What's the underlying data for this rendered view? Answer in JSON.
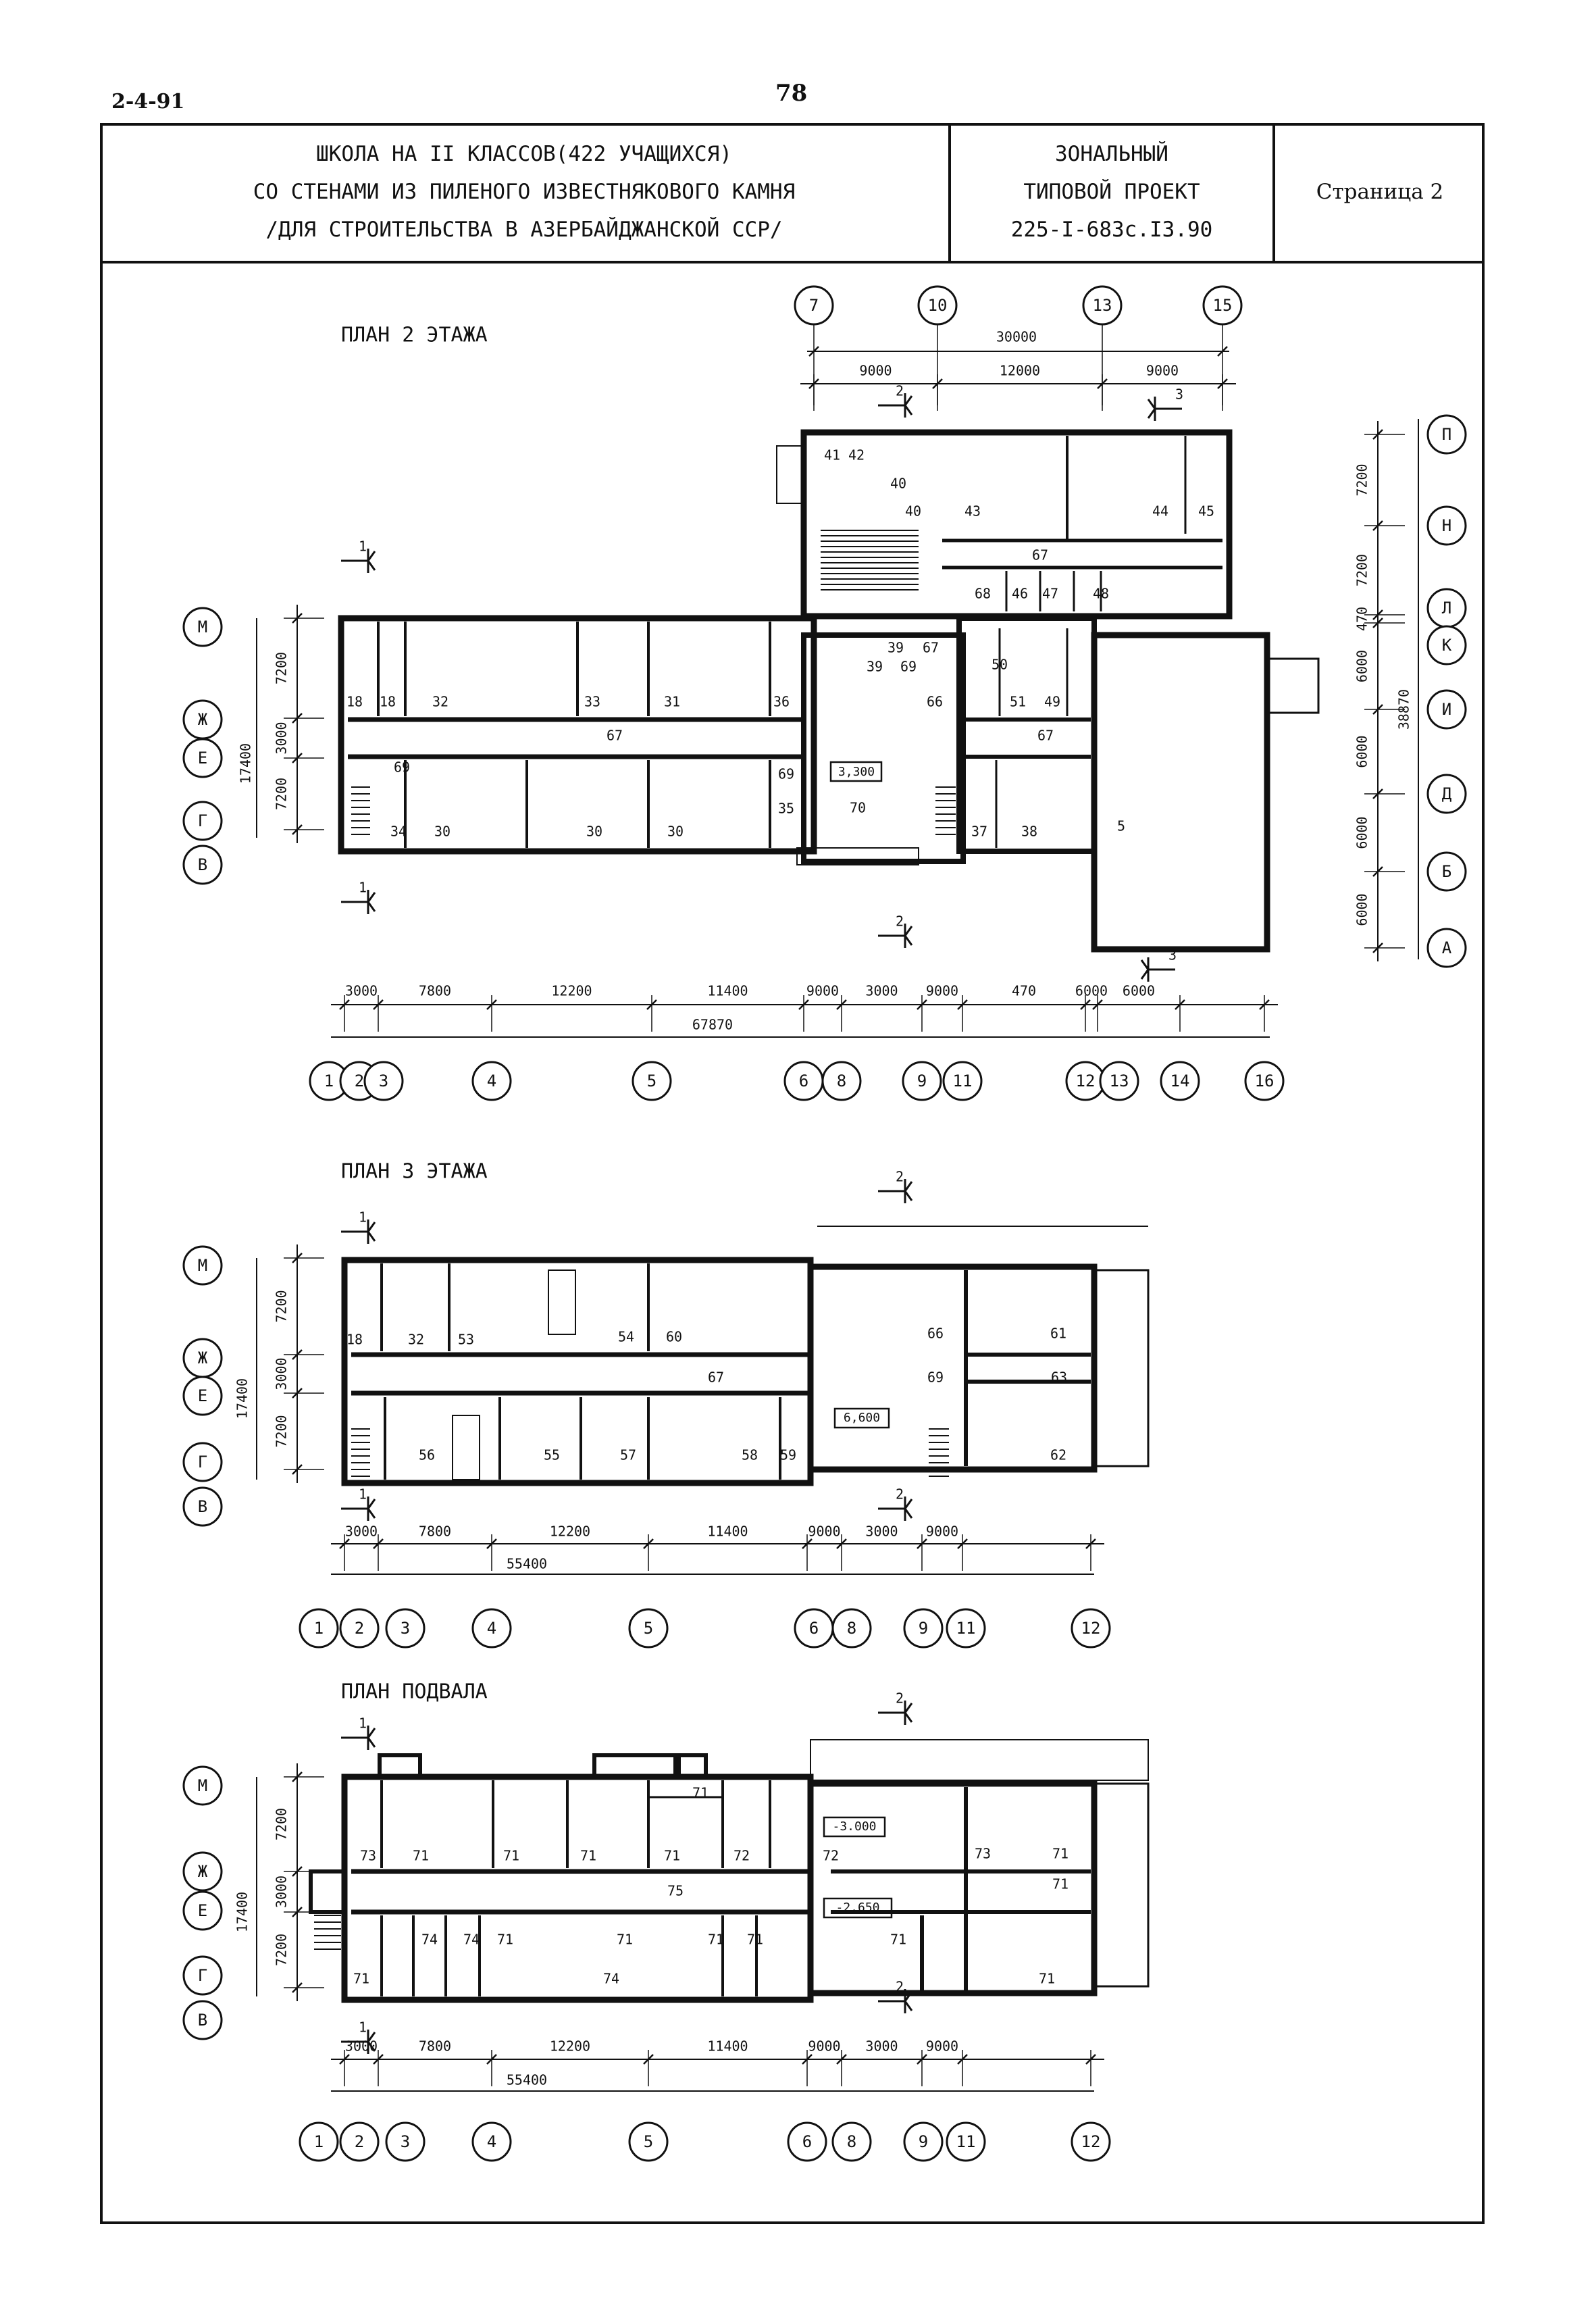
{
  "header": {
    "code": "2-4-91",
    "page_number": "78",
    "title_line1": "ШКОЛА НА II КЛАССОВ(422 УЧАЩИХСЯ)",
    "title_line2": "СО СТЕНАМИ ИЗ ПИЛЕНОГО ИЗВЕСТНЯКОВОГО КАМНЯ",
    "title_line3": "/ДЛЯ СТРОИТЕЛЬСТВА В АЗЕРБАЙДЖАНСКОЙ ССР/",
    "project_line1": "ЗОНАЛЬНЫЙ",
    "project_line2": "ТИПОВОЙ ПРОЕКТ",
    "project_line3": "225-I-683с.I3.90",
    "sheet": "Страница 2"
  },
  "plans": {
    "floor2": {
      "title": "ПЛАН 2 ЭТАЖА",
      "top_axes": [
        "7",
        "10",
        "13",
        "15"
      ],
      "top_dims": [
        "9000",
        "12000",
        "9000"
      ],
      "top_total": "30000",
      "right_axes": [
        "П",
        "Н",
        "Л",
        "К",
        "И",
        "Д",
        "Б",
        "А"
      ],
      "right_dims": [
        "7200",
        "7200",
        "470",
        "6000",
        "6000",
        "6000",
        "6000"
      ],
      "right_total": "38870",
      "left_axes": [
        "М",
        "Ж",
        "Е",
        "Г",
        "В"
      ],
      "left_dims": [
        "7200",
        "3000",
        "7200"
      ],
      "left_total": "17400",
      "bottom_axes": [
        "1",
        "2",
        "3",
        "4",
        "5",
        "6",
        "8",
        "9",
        "11",
        "12",
        "13",
        "14",
        "16"
      ],
      "bottom_dims": [
        "3000",
        "7800",
        "12200",
        "11400",
        "9000",
        "3000",
        "9000",
        "470",
        "6000",
        "6000"
      ],
      "bottom_total": "67870",
      "level": "3,300",
      "rooms": [
        "41",
        "42",
        "40",
        "40",
        "43",
        "44",
        "45",
        "67",
        "68",
        "46",
        "47",
        "48",
        "39",
        "39",
        "69",
        "67",
        "50",
        "18",
        "18",
        "32",
        "33",
        "31",
        "36",
        "67",
        "66",
        "51",
        "49",
        "67",
        "69",
        "69",
        "35",
        "70",
        "34",
        "30",
        "30",
        "30",
        "37",
        "38",
        "5"
      ],
      "sections": [
        "1",
        "1",
        "2",
        "2",
        "3",
        "3"
      ]
    },
    "floor3": {
      "title": "ПЛАН 3 ЭТАЖА",
      "left_axes": [
        "М",
        "Ж",
        "Е",
        "Г",
        "В"
      ],
      "left_dims": [
        "7200",
        "3000",
        "7200"
      ],
      "left_total": "17400",
      "bottom_axes": [
        "1",
        "2",
        "3",
        "4",
        "5",
        "6",
        "8",
        "9",
        "11",
        "12"
      ],
      "bottom_dims": [
        "3000",
        "7800",
        "12200",
        "11400",
        "9000",
        "3000",
        "9000"
      ],
      "bottom_total": "55400",
      "level": "6,600",
      "rooms": [
        "18",
        "32",
        "53",
        "54",
        "60",
        "66",
        "61",
        "67",
        "69",
        "63",
        "56",
        "55",
        "57",
        "58",
        "59",
        "62"
      ],
      "sections": [
        "1",
        "1",
        "2",
        "2"
      ]
    },
    "basement": {
      "title": "ПЛАН ПОДВАЛА",
      "left_axes": [
        "М",
        "Ж",
        "Е",
        "Г",
        "В"
      ],
      "left_dims": [
        "7200",
        "3000",
        "7200"
      ],
      "left_total": "17400",
      "bottom_axes": [
        "1",
        "2",
        "3",
        "4",
        "5",
        "6",
        "8",
        "9",
        "11",
        "12"
      ],
      "bottom_dims": [
        "3000",
        "7800",
        "12200",
        "11400",
        "9000",
        "3000",
        "9000"
      ],
      "bottom_total": "55400",
      "levels": [
        "-3.000",
        "-2,650"
      ],
      "rooms": [
        "71",
        "73",
        "71",
        "71",
        "71",
        "71",
        "72",
        "72",
        "73",
        "71",
        "75",
        "71",
        "74",
        "74",
        "71",
        "71",
        "71",
        "71",
        "71",
        "74",
        "71",
        "71"
      ],
      "sections": [
        "1",
        "1",
        "2",
        "2"
      ]
    }
  }
}
